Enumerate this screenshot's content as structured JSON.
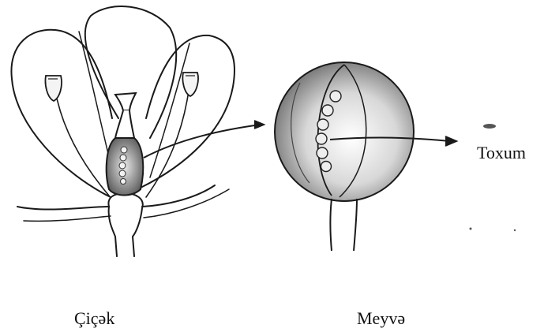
{
  "labels": {
    "flower": "Çiçək",
    "fruit": "Meyvə",
    "seed": "Toxum"
  },
  "colors": {
    "ink": "#1a1a1a",
    "shade": "#8a8a8a"
  }
}
